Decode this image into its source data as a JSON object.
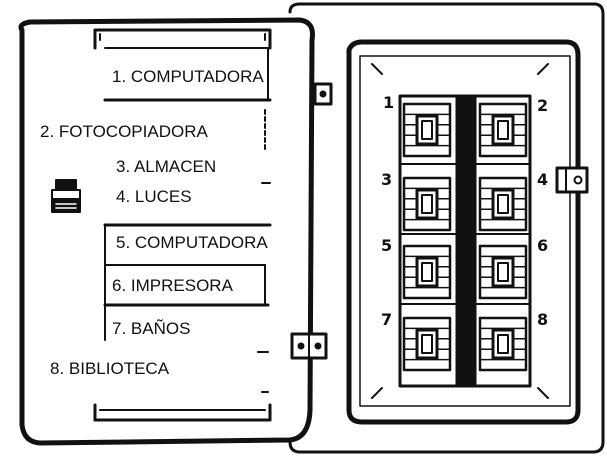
{
  "door_labels": [
    {
      "text": "1. COMPUTADORA"
    },
    {
      "text": "2. FOTOCOPIADORA"
    },
    {
      "text": "3. ALMACEN"
    },
    {
      "text": "4. LUCES"
    },
    {
      "text": "5. COMPUTADORA"
    },
    {
      "text": "6. IMPRESORA"
    },
    {
      "text": "7. BAÑOS"
    },
    {
      "text": "8. BIBLIOTECA"
    }
  ],
  "breaker_numbers": [
    "1",
    "2",
    "3",
    "4",
    "5",
    "6",
    "7",
    "8"
  ],
  "icons": {
    "printer": "printer-icon",
    "lock": "latch-lock-icon",
    "hinges": "hinge-icon"
  },
  "colors": {
    "ink": "#111111",
    "paper": "#ffffff"
  }
}
